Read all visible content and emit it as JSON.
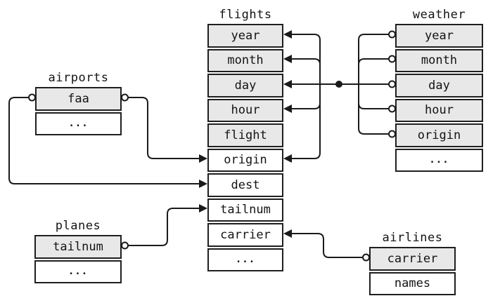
{
  "diagram_type": "relational-data-model",
  "colors": {
    "background": "#ffffff",
    "key_row_fill": "#e8e8e8",
    "plain_row_fill": "#ffffff",
    "border": "#1f1f1f",
    "connector": "#1a1a1a",
    "text": "#141414"
  },
  "tables": {
    "flights": {
      "title": "flights",
      "fields": [
        {
          "name": "year",
          "key": true
        },
        {
          "name": "month",
          "key": true
        },
        {
          "name": "day",
          "key": true
        },
        {
          "name": "hour",
          "key": true
        },
        {
          "name": "flight",
          "key": true
        },
        {
          "name": "origin",
          "key": false
        },
        {
          "name": "dest",
          "key": false
        },
        {
          "name": "tailnum",
          "key": false
        },
        {
          "name": "carrier",
          "key": false
        },
        {
          "name": "...",
          "key": false
        }
      ]
    },
    "weather": {
      "title": "weather",
      "fields": [
        {
          "name": "year",
          "key": true
        },
        {
          "name": "month",
          "key": true
        },
        {
          "name": "day",
          "key": true
        },
        {
          "name": "hour",
          "key": true
        },
        {
          "name": "origin",
          "key": true
        },
        {
          "name": "...",
          "key": false
        }
      ]
    },
    "airports": {
      "title": "airports",
      "fields": [
        {
          "name": "faa",
          "key": true
        },
        {
          "name": "...",
          "key": false
        }
      ]
    },
    "planes": {
      "title": "planes",
      "fields": [
        {
          "name": "tailnum",
          "key": true
        },
        {
          "name": "...",
          "key": false
        }
      ]
    },
    "airlines": {
      "title": "airlines",
      "fields": [
        {
          "name": "carrier",
          "key": true
        },
        {
          "name": "names",
          "key": false
        }
      ]
    }
  },
  "relationships": [
    {
      "from": "airports.faa",
      "to": "flights.origin"
    },
    {
      "from": "airports.faa",
      "to": "flights.dest"
    },
    {
      "from": "planes.tailnum",
      "to": "flights.tailnum"
    },
    {
      "from": "airlines.carrier",
      "to": "flights.carrier"
    },
    {
      "from": "weather.year,month,day,hour,origin",
      "to": "flights.year,month,day,hour,origin"
    }
  ]
}
